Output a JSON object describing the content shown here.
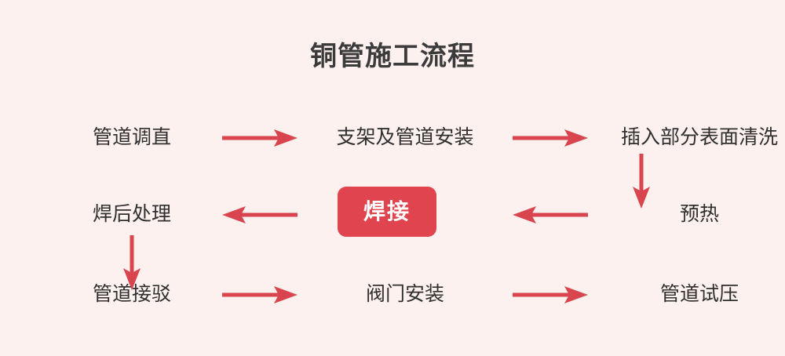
{
  "page": {
    "title": "铜管施工流程",
    "background_color": "#FDF1EF",
    "text_color": "#2F2F2F",
    "accent_color": "#D9454E",
    "highlight_bg": "#E0454F",
    "highlight_text_color": "#FFFFFF"
  },
  "chart_data": {
    "type": "diagram",
    "title": "铜管施工流程",
    "nodes": [
      {
        "id": "n1",
        "label": "管道调直",
        "row": 1,
        "col": 1,
        "highlight": false
      },
      {
        "id": "n2",
        "label": "支架及管道安装",
        "row": 1,
        "col": 2,
        "highlight": false
      },
      {
        "id": "n3",
        "label": "插入部分表面清洗",
        "row": 1,
        "col": 3,
        "highlight": false
      },
      {
        "id": "n4",
        "label": "预热",
        "row": 2,
        "col": 3,
        "highlight": false
      },
      {
        "id": "n5",
        "label": "焊接",
        "row": 2,
        "col": 2,
        "highlight": true
      },
      {
        "id": "n6",
        "label": "焊后处理",
        "row": 2,
        "col": 1,
        "highlight": false
      },
      {
        "id": "n7",
        "label": "管道接驳",
        "row": 3,
        "col": 1,
        "highlight": false
      },
      {
        "id": "n8",
        "label": "阀门安装",
        "row": 3,
        "col": 2,
        "highlight": false
      },
      {
        "id": "n9",
        "label": "管道试压",
        "row": 3,
        "col": 3,
        "highlight": false
      }
    ],
    "edges": [
      {
        "from": "n1",
        "to": "n2",
        "direction": "right"
      },
      {
        "from": "n2",
        "to": "n3",
        "direction": "right"
      },
      {
        "from": "n3",
        "to": "n4",
        "direction": "down"
      },
      {
        "from": "n4",
        "to": "n5",
        "direction": "left"
      },
      {
        "from": "n5",
        "to": "n6",
        "direction": "left"
      },
      {
        "from": "n6",
        "to": "n7",
        "direction": "down"
      },
      {
        "from": "n7",
        "to": "n8",
        "direction": "right"
      },
      {
        "from": "n8",
        "to": "n9",
        "direction": "right"
      }
    ],
    "flow_order": [
      "管道调直",
      "支架及管道安装",
      "插入部分表面清洗",
      "预热",
      "焊接",
      "焊后处理",
      "管道接驳",
      "阀门安装",
      "管道试压"
    ],
    "layout": "serpentine-3x3"
  }
}
